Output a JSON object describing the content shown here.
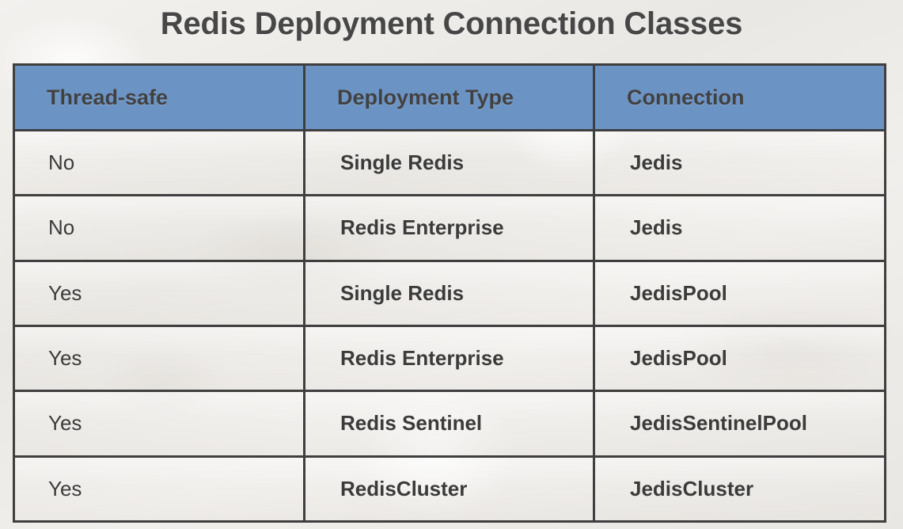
{
  "slide": {
    "title": "Redis Deployment Connection Classes",
    "background_color": "#efedea",
    "title_color": "#474747"
  },
  "table": {
    "header_background": "#6b93c4",
    "border_color": "#3f3f3f",
    "columns": [
      {
        "key": "thread_safe",
        "label": "Thread-safe"
      },
      {
        "key": "deployment_type",
        "label": "Deployment Type"
      },
      {
        "key": "connection",
        "label": "Connection"
      }
    ],
    "rows": [
      {
        "thread_safe": "No",
        "deployment_type": "Single Redis",
        "connection": "Jedis"
      },
      {
        "thread_safe": "No",
        "deployment_type": "Redis Enterprise",
        "connection": "Jedis"
      },
      {
        "thread_safe": "Yes",
        "deployment_type": "Single Redis",
        "connection": "JedisPool"
      },
      {
        "thread_safe": "Yes",
        "deployment_type": "Redis Enterprise",
        "connection": "JedisPool"
      },
      {
        "thread_safe": "Yes",
        "deployment_type": "Redis Sentinel",
        "connection": "JedisSentinelPool"
      },
      {
        "thread_safe": "Yes",
        "deployment_type": "RedisCluster",
        "connection": "JedisCluster"
      }
    ]
  }
}
